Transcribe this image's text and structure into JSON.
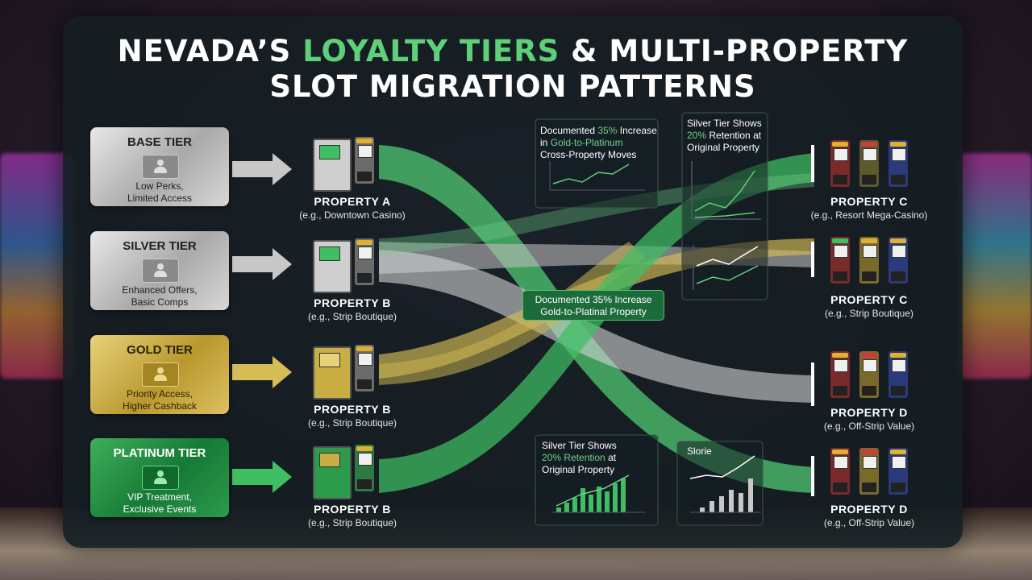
{
  "title": {
    "line1_pre": "NEVADA’S ",
    "line1_highlight": "LOYALTY TIERS",
    "line1_post": " & MULTI-PROPERTY",
    "line2": "SLOT MIGRATION PATTERNS"
  },
  "tiers": [
    {
      "name": "BASE TIER",
      "desc1": "Low Perks,",
      "desc2": "Limited Access",
      "icon": "user-icon"
    },
    {
      "name": "SILVER TIER",
      "desc1": "Enhanced Offers,",
      "desc2": "Basic Comps",
      "icon": "user-icon"
    },
    {
      "name": "GOLD TIER",
      "desc1": "Priority Access,",
      "desc2": "Higher Cashback",
      "icon": "user-icon"
    },
    {
      "name": "PLATINUM TIER",
      "desc1": "VIP Treatment,",
      "desc2": "Exclusive Events",
      "icon": "user-icon"
    }
  ],
  "source_properties": [
    {
      "name": "PROPERTY A",
      "sub": "(e.g., Downtown Casino)"
    },
    {
      "name": "PROPERTY B",
      "sub": "(e.g., Strip Boutique)"
    },
    {
      "name": "PROPERTY B",
      "sub": "(e.g., Strip Boutique)"
    },
    {
      "name": "PROPERTY B",
      "sub": "(e.g., Strip Boutique)"
    }
  ],
  "target_properties": [
    {
      "name": "PROPERTY C",
      "sub": "(e.g., Resort Mega-Casino)"
    },
    {
      "name": "PROPERTY C",
      "sub": "(e.g., Strip Boutique)"
    },
    {
      "name": "PROPERTY D",
      "sub": "(e.g., Off-Strip Value)"
    },
    {
      "name": "PROPERTY D",
      "sub": "(e.g., Off-Strip Value)"
    }
  ],
  "insights": {
    "top_left": {
      "l1_pre": "Documented ",
      "l1_pct": "35%",
      "l1_post": " Increase",
      "l2_pre": "in ",
      "l2_hl": "Gold-to-Platinum",
      "l3": "Cross-Property Moves"
    },
    "top_right": {
      "l1": "Silver Tier Shows",
      "l2_pct": "20%",
      "l2_post": " Retention at",
      "l3": "Original Property"
    },
    "callout": {
      "l1": "Documented 35% Increase",
      "l2": "Gold-to-Platinal Property"
    },
    "bottom_left": {
      "l1": "Silver Tier Shows",
      "l2_pct": "20%",
      "l2_mid": " Retention",
      "l2_post": " at",
      "l3": "Original Property"
    },
    "bottom_right": {
      "label": "Slorie"
    }
  },
  "colors": {
    "green": "#5fd07a",
    "silver": "#c9c9c9",
    "gold": "#d6bd55",
    "panel": "#142024"
  }
}
